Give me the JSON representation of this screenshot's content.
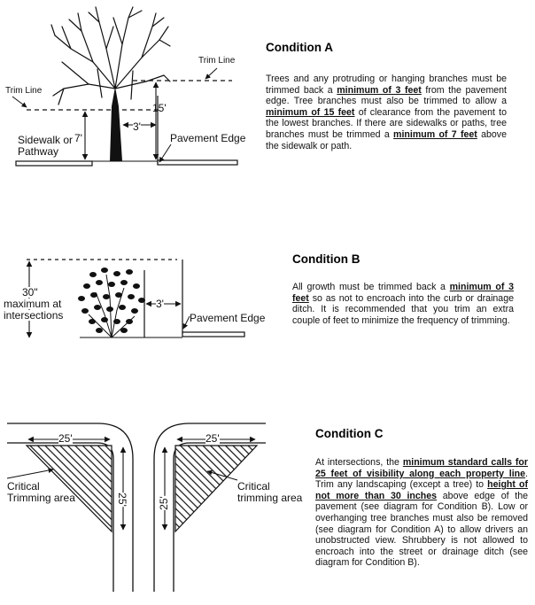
{
  "conditions": [
    {
      "title": "Condition A",
      "parts": [
        {
          "t": "Trees and any protruding or hanging branches must be trimmed back a ",
          "b": false
        },
        {
          "t": "minimum of 3 feet",
          "b": true
        },
        {
          "t": " from the pavement edge.  Tree branches must also be trimmed to allow a ",
          "b": false
        },
        {
          "t": "minimum of 15 feet",
          "b": true
        },
        {
          "t": " of clearance from the pavement to the lowest branches.  If there are sidewalks or paths, tree branches must be trimmed a ",
          "b": false
        },
        {
          "t": "minimum of 7 feet",
          "b": true
        },
        {
          "t": " above the sidewalk or path.",
          "b": false
        }
      ]
    },
    {
      "title": "Condition B",
      "parts": [
        {
          "t": "All growth must be trimmed back a ",
          "b": false
        },
        {
          "t": "minimum of 3 feet",
          "b": true
        },
        {
          "t": " so as not to encroach into the curb or drainage ditch.  It is recommended that you trim an extra couple of feet to minimize the frequency of trimming.",
          "b": false
        }
      ]
    },
    {
      "title": "Condition C",
      "parts": [
        {
          "t": "At intersections, the ",
          "b": false
        },
        {
          "t": "minimum standard calls for 25 feet of visibility along each property line",
          "b": true
        },
        {
          "t": ".  Trim any landscaping (except a tree) to ",
          "b": false
        },
        {
          "t": "height of not more than 30 inches",
          "b": true
        },
        {
          "t": " above edge of the pavement (see diagram for Condition B). Low or overhanging tree branches must also be removed (see diagram for Condition A) to allow drivers an unobstructed view.  Shrubbery is not allowed to encroach into the street or drainage ditch (see diagram for Condition B).",
          "b": false
        }
      ]
    }
  ],
  "diagram_a": {
    "trim_line_left": "Trim Line",
    "trim_line_right": "Trim Line",
    "dim_15": "15'",
    "dim_3": "3'",
    "dim_7": "7'",
    "sidewalk_line1": "Sidewalk or",
    "sidewalk_line2": "Pathway",
    "pavement_edge": "Pavement Edge"
  },
  "diagram_b": {
    "height_line1": "30\"",
    "height_line2": "maximum at",
    "height_line3": "intersections",
    "dim_3": "3'",
    "pavement_edge": "Pavement Edge"
  },
  "diagram_c": {
    "dim_25_top_left": "25'",
    "dim_25_top_right": "25'",
    "dim_25_side_left": "25'",
    "dim_25_side_right": "25'",
    "critical_left_line1": "Critical",
    "critical_left_line2": "Trimming area",
    "critical_right_line1": "Critical",
    "critical_right_line2": "trimming area"
  }
}
